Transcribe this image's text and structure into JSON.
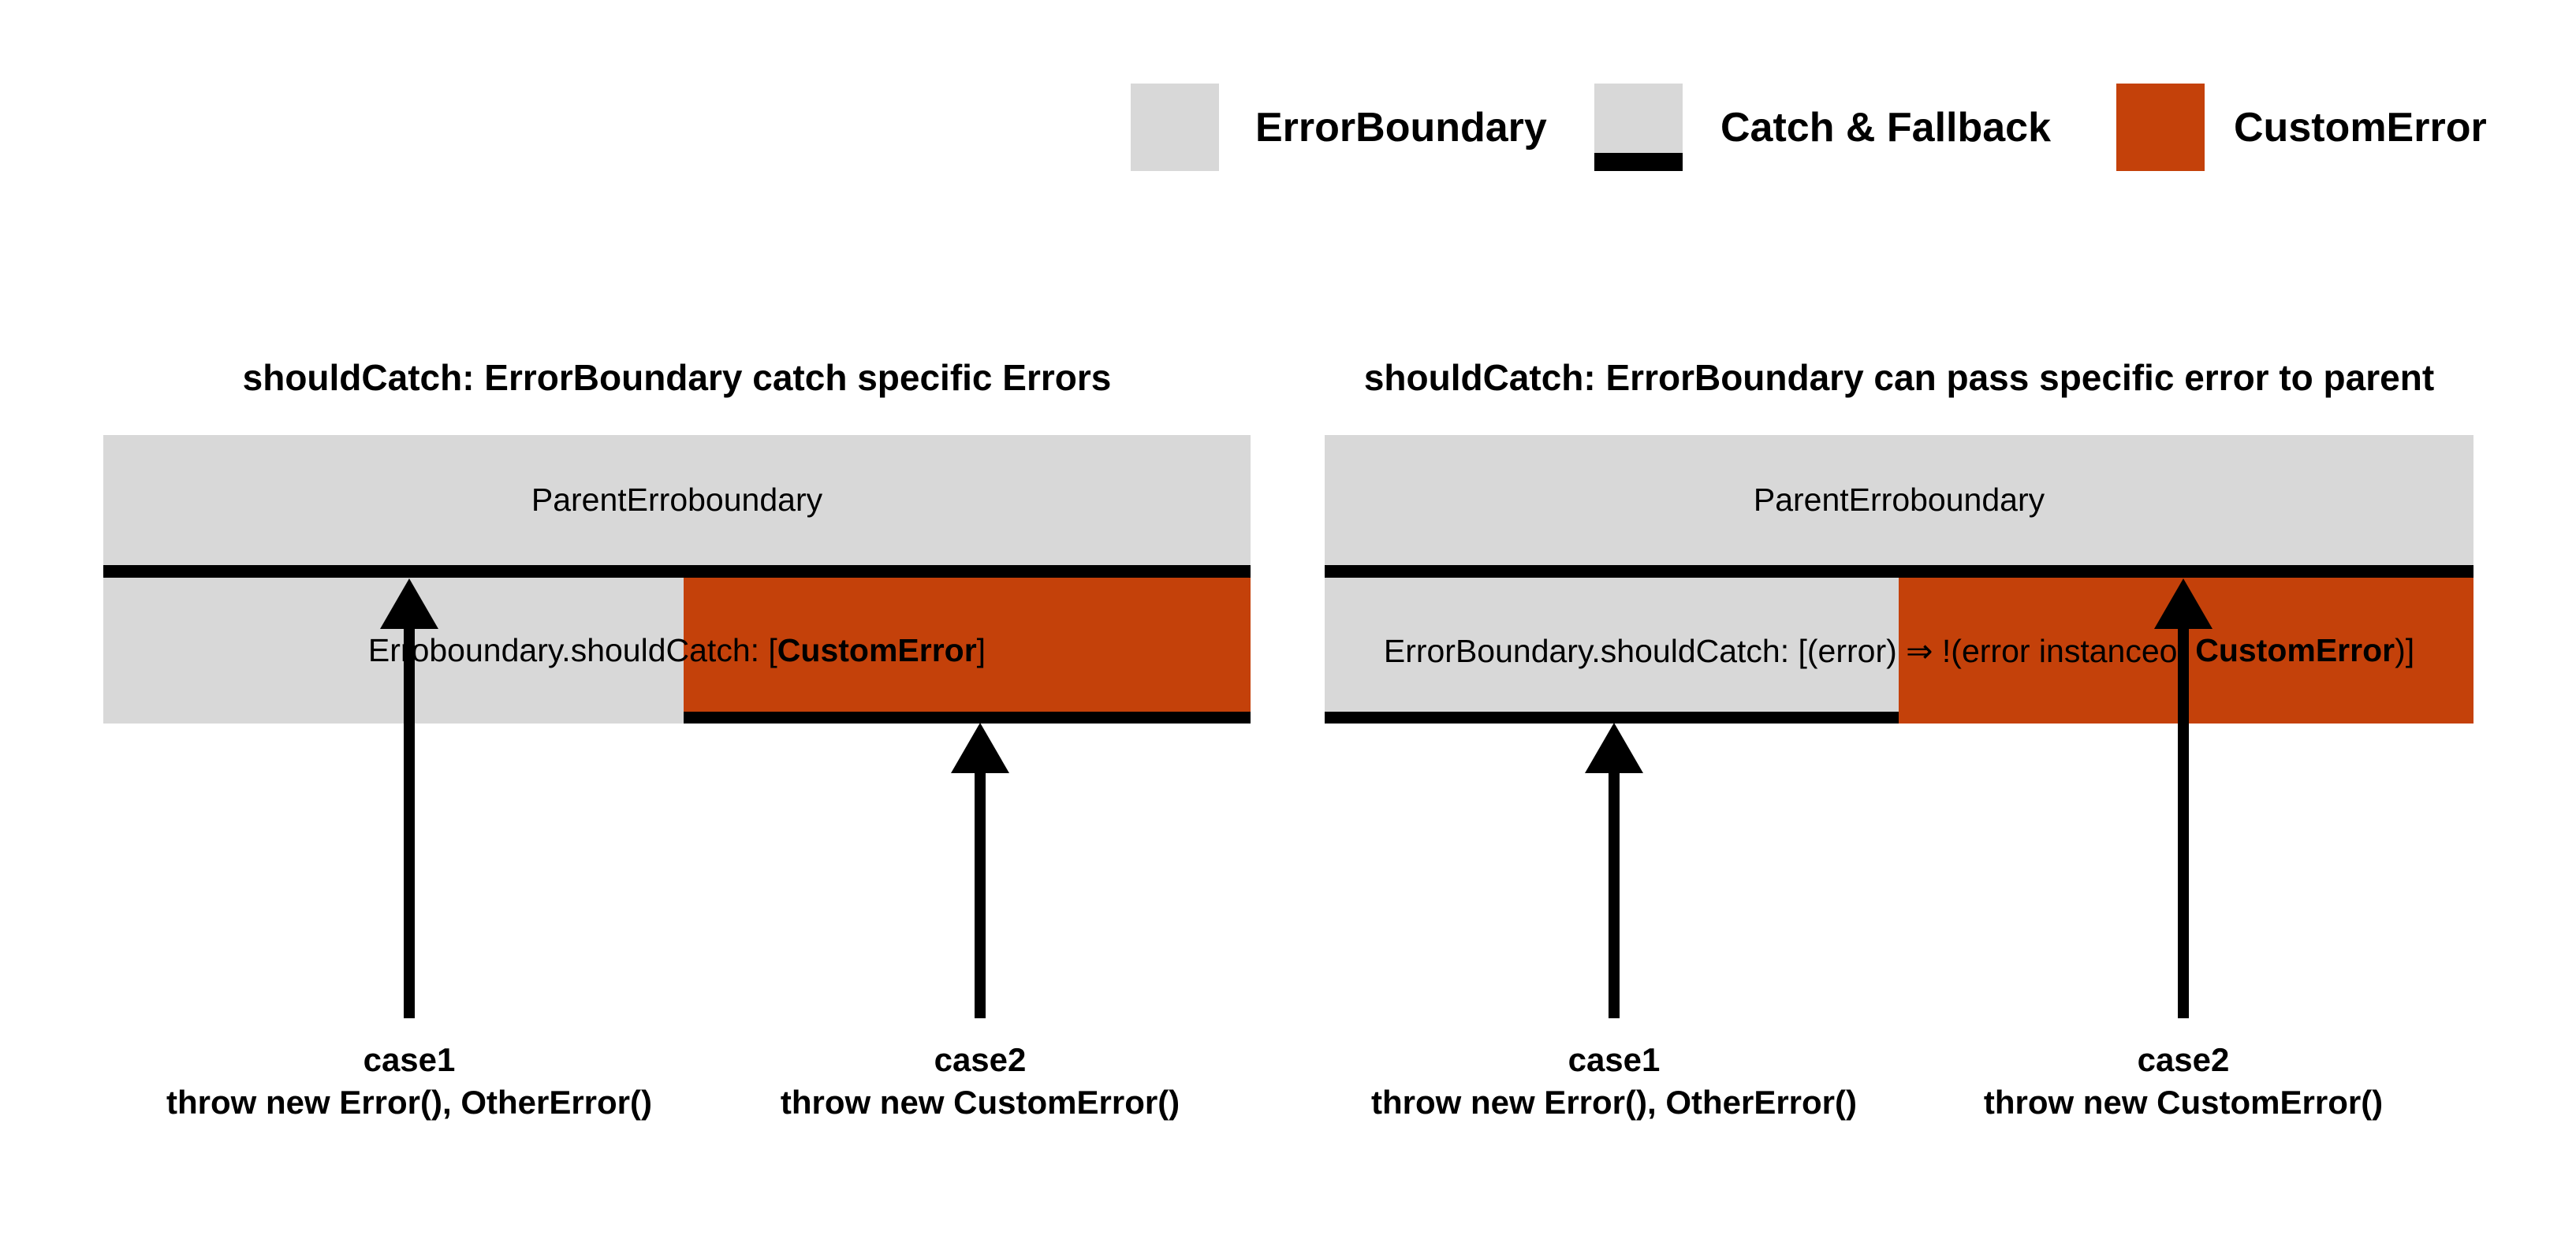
{
  "colors": {
    "gray": "#D8D8D8",
    "orange": "#C4410A",
    "black": "#000000"
  },
  "legend": {
    "items": [
      {
        "swatch": "error-boundary-swatch",
        "label": "ErrorBoundary"
      },
      {
        "swatch": "catch-fallback-swatch",
        "label": "Catch & Fallback"
      },
      {
        "swatch": "custom-error-swatch",
        "label": "CustomError"
      }
    ]
  },
  "diagrams": [
    {
      "title": "shouldCatch: ErrorBoundary catch specific Errors",
      "parent_label": "ParentErroboundary",
      "child_label": {
        "prefix": "Erroboundary.shouldCatch: [",
        "bold": "CustomError",
        "suffix": "]"
      },
      "cases": [
        {
          "name": "case1",
          "code": "throw new Error(), OtherError()"
        },
        {
          "name": "case2",
          "code": "throw new CustomError()"
        }
      ]
    },
    {
      "title": "shouldCatch: ErrorBoundary can pass specific error to parent",
      "parent_label": "ParentErroboundary",
      "child_label": {
        "prefix": "ErrorBoundary.shouldCatch: [(error) ⇒ !(error instanceof ",
        "bold": "CustomError",
        "suffix": ")]"
      },
      "cases": [
        {
          "name": "case1",
          "code": "throw new Error(), OtherError()"
        },
        {
          "name": "case2",
          "code": "throw new CustomError()"
        }
      ]
    }
  ]
}
